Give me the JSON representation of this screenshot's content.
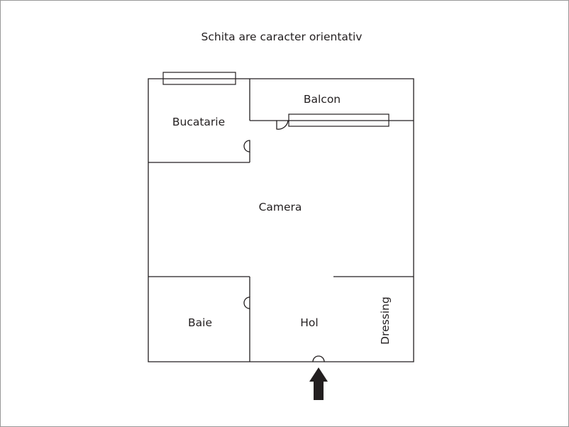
{
  "title": "Schita are caracter orientativ",
  "rooms": {
    "balcon": "Balcon",
    "bucatarie": "Bucatarie",
    "camera": "Camera",
    "baie": "Baie",
    "hol": "Hol",
    "dressing": "Dressing"
  },
  "colors": {
    "line": "#231f20",
    "background": "#ffffff",
    "frame": "#999999"
  },
  "icons": {
    "entrance": "arrow-up-icon"
  }
}
